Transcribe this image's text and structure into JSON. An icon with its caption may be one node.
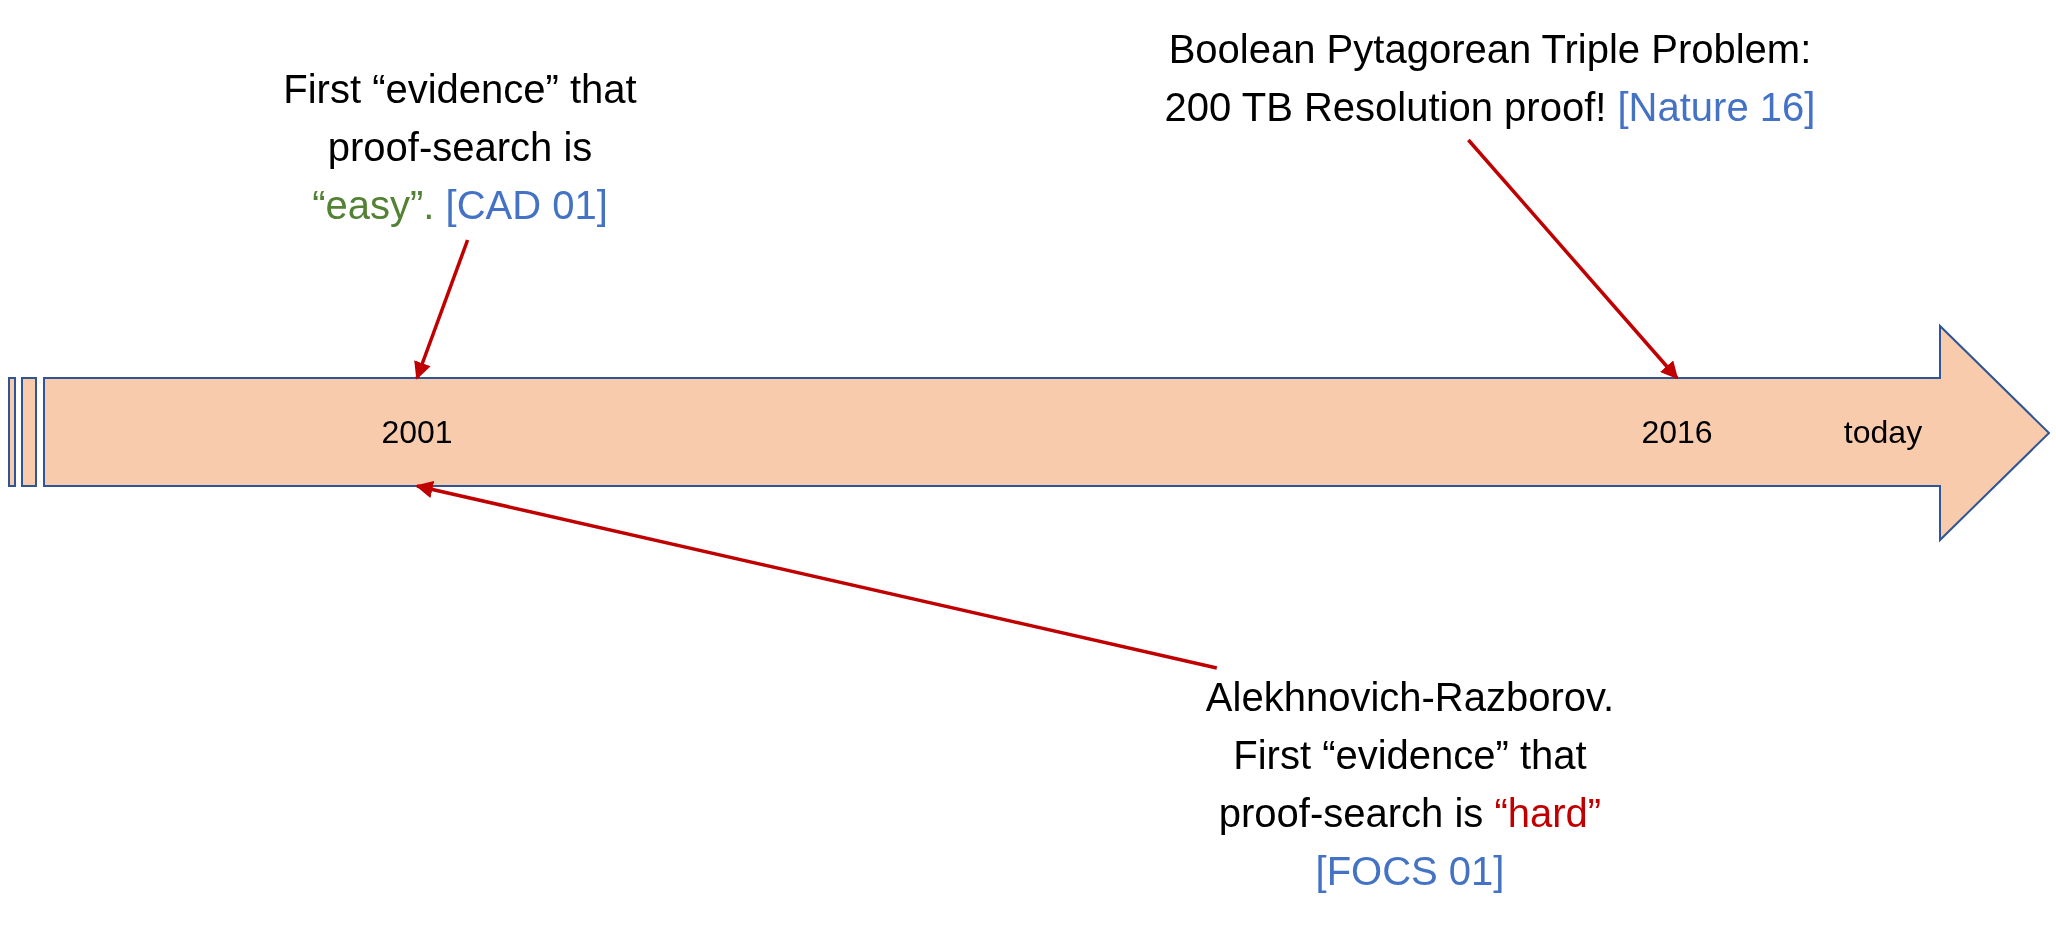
{
  "diagram": {
    "nodes": [
      {
        "text": [],
        "shape": "arrow"
      },
      {
        "text": [
          "2001"
        ],
        "in": 0
      },
      {
        "text": [
          "2016"
        ],
        "in": 0
      },
      {
        "text": [
          "today"
        ],
        "in": 0
      },
      {
        "text": [
          "First “evidence” that proof-search is",
          "“easy”.",
          "[CAD 01]"
        ]
      },
      {
        "text": [
          "Boolean Pytagorean Triple Problem: 200 TB Resolution proof!",
          "[Nature 16]"
        ]
      },
      {
        "text": [
          "Alekhnovich-Razborov. First “evidence” that proof-search is",
          "“hard”",
          "[FOCS 01]"
        ]
      }
    ],
    "edges": [
      {
        "from": 4,
        "to": 1,
        "arrow": "to"
      },
      {
        "from": 5,
        "to": 2,
        "arrow": "to"
      },
      {
        "from": 6,
        "to": 1,
        "arrow": "to"
      }
    ]
  }
}
